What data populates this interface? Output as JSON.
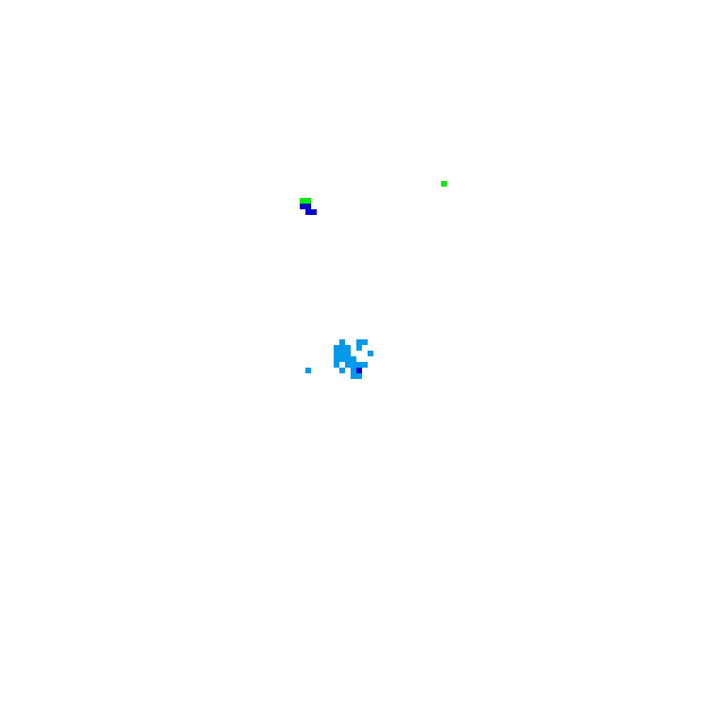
{
  "palette": {
    "background": "#ffffff",
    "green": "#00ee00",
    "dark_blue": "#0000cc",
    "light_blue": "#0099ee"
  },
  "groups": [
    {
      "name": "green-dot",
      "color": "green",
      "cells": [
        [
          78,
          32
        ]
      ]
    },
    {
      "name": "green-blue-cluster",
      "color": "mixed",
      "cells": [
        [
          53,
          35,
          "green"
        ],
        [
          54,
          35,
          "green"
        ],
        [
          53,
          36,
          "dark_blue"
        ],
        [
          54,
          36,
          "dark_blue"
        ],
        [
          54,
          37,
          "dark_blue"
        ],
        [
          55,
          37,
          "dark_blue"
        ]
      ]
    },
    {
      "name": "light-blue-cluster",
      "color": "light_blue",
      "cells": [
        [
          60,
          60
        ],
        [
          63,
          60
        ],
        [
          64,
          60
        ],
        [
          59,
          61
        ],
        [
          60,
          61
        ],
        [
          61,
          61
        ],
        [
          63,
          61
        ],
        [
          65,
          62
        ],
        [
          59,
          62
        ],
        [
          60,
          62
        ],
        [
          61,
          62
        ],
        [
          59,
          63
        ],
        [
          60,
          63
        ],
        [
          61,
          63
        ],
        [
          62,
          63
        ],
        [
          59,
          64
        ],
        [
          61,
          64
        ],
        [
          62,
          64
        ],
        [
          63,
          64
        ],
        [
          64,
          64
        ],
        [
          60,
          65
        ],
        [
          62,
          65
        ],
        [
          62,
          66
        ],
        [
          63,
          66
        ],
        [
          54,
          65
        ]
      ]
    },
    {
      "name": "dark-blue-dot",
      "color": "dark_blue",
      "cells": [
        [
          63,
          65
        ]
      ]
    }
  ]
}
